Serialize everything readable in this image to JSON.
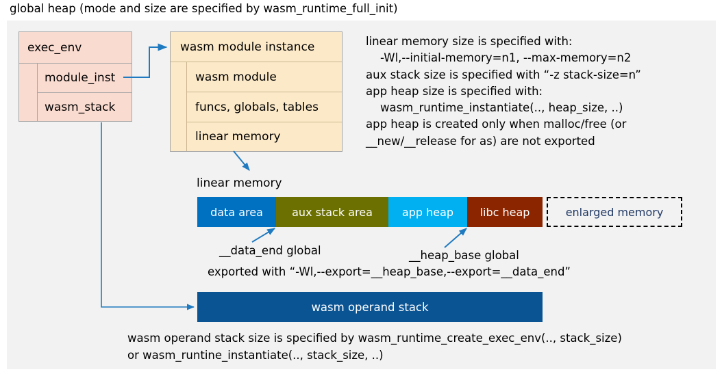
{
  "title": "global heap (mode and size are specified by wasm_runtime_full_init)",
  "colors": {
    "panel_bg": "#f2f2f2",
    "exec_env_fill": "#fadbd0",
    "module_instance_fill": "#fce9c8",
    "data_area": "#0070c0",
    "aux_stack_area": "#6b7000",
    "app_heap": "#00b0f0",
    "libc_heap": "#8b2500",
    "enlarged_memory_text": "#1f3864",
    "operand_stack": "#0a5494",
    "connector": "#1f7ac0"
  },
  "exec_env": {
    "header": "exec_env",
    "rows": [
      {
        "label": "module_inst"
      },
      {
        "label": "wasm_stack"
      }
    ]
  },
  "module_instance": {
    "header": "wasm module instance",
    "rows": [
      {
        "label": "wasm module"
      },
      {
        "label": "funcs, globals, tables"
      },
      {
        "label": "linear memory"
      }
    ]
  },
  "notes": {
    "right_block": "linear memory size is specified with:\n    -Wl,--initial-memory=n1, --max-memory=n2\naux stack size is specified with “-z stack-size=n”\napp heap size is specified with:\n    wasm_runtime_instantiate(.., heap_size, ..)\napp heap is created only when malloc/free (or\n__new/__release for as) are not exported",
    "data_end": "__data_end global",
    "heap_base": "__heap_base global",
    "exported": "exported with “-Wl,--export=__heap_base,--export=__data_end”",
    "bottom_block": "wasm operand stack size is specified by wasm_runtime_create_exec_env(.., stack_size)\nor wasm_runtine_instantiate(.., stack_size, ..)"
  },
  "linear_memory": {
    "label": "linear memory",
    "segments": [
      {
        "label": "data area",
        "color": "#0070c0"
      },
      {
        "label": "aux stack area",
        "color": "#6b7000"
      },
      {
        "label": "app heap",
        "color": "#00b0f0"
      },
      {
        "label": "libc heap",
        "color": "#8b2500"
      },
      {
        "label": "enlarged memory",
        "color": "#f2f2f2"
      }
    ]
  },
  "operand_stack": {
    "label": "wasm operand stack"
  }
}
